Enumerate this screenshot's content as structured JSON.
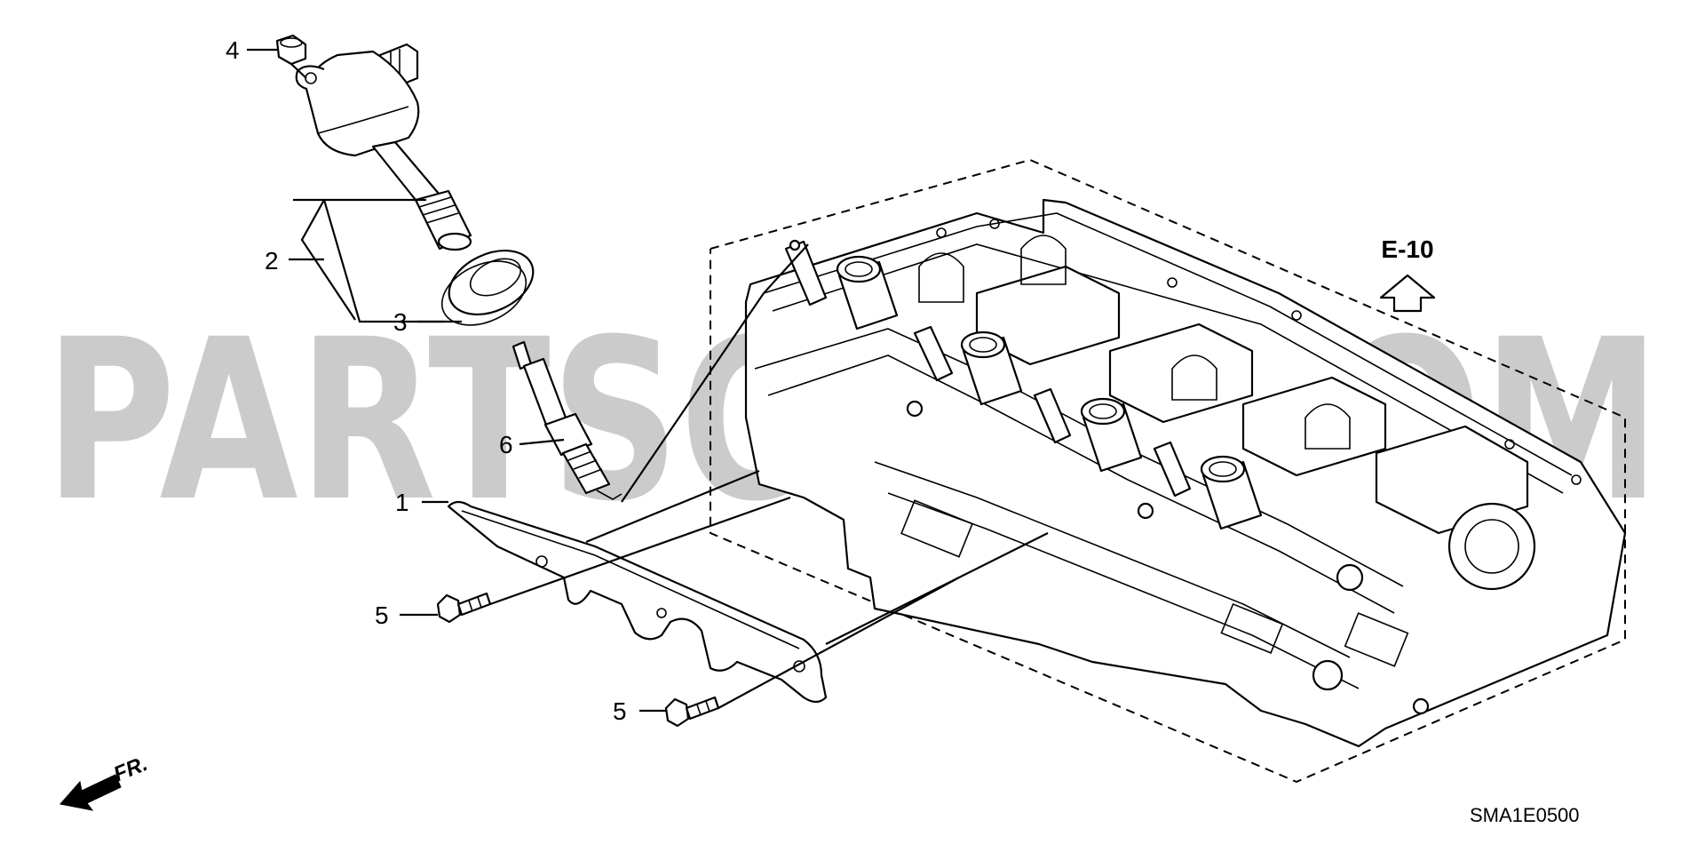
{
  "diagram": {
    "callouts": [
      {
        "number": "1",
        "part": "gasket"
      },
      {
        "number": "2",
        "part": "ignition-coil"
      },
      {
        "number": "3",
        "part": "seal"
      },
      {
        "number": "4",
        "part": "nut"
      },
      {
        "number": "5",
        "part": "bolt"
      },
      {
        "number": "5",
        "part": "bolt"
      },
      {
        "number": "6",
        "part": "spark-plug"
      }
    ],
    "reference": {
      "label": "E-10"
    },
    "diagram_code": "SMA1E0500",
    "front_label": "FR.",
    "watermark": "PARTSOUQ.COM"
  }
}
